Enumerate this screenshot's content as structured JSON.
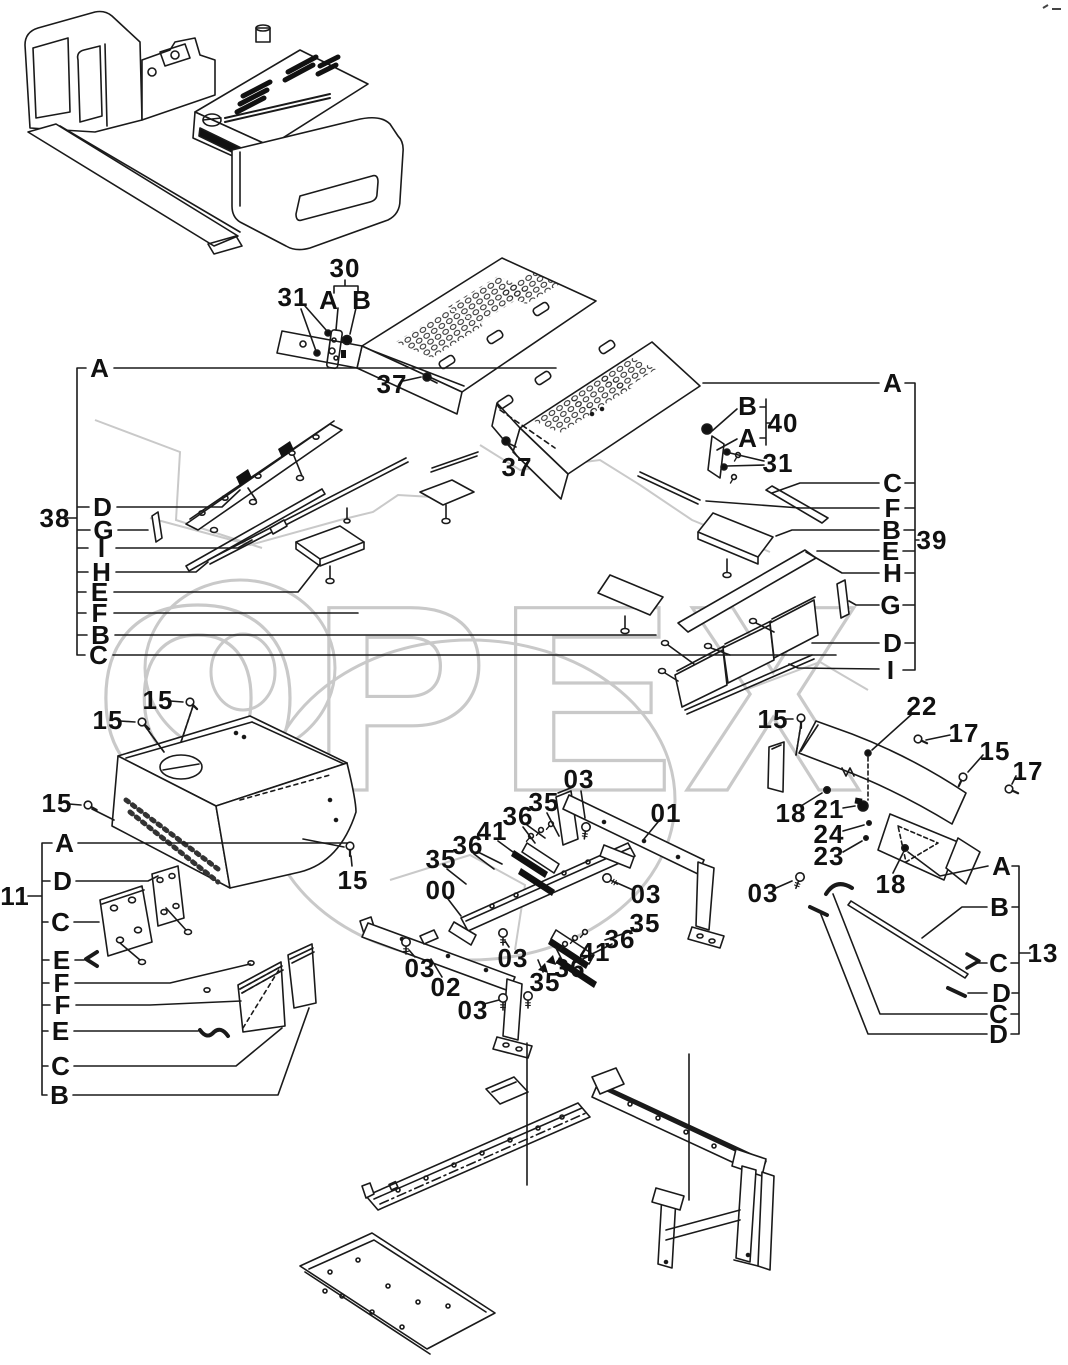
{
  "colors": {
    "line": "#1a1a1a",
    "watermark": "#c9c9c9",
    "background": "#ffffff"
  },
  "watermark": {
    "text": "ОРЕХ"
  },
  "c": {
    "00": "00",
    "01": "01",
    "02": "02",
    "03": "03",
    "15": "15",
    "17": "17",
    "18": "18",
    "21": "21",
    "22": "22",
    "23": "23",
    "24": "24",
    "30": "30",
    "31": "31",
    "35": "35",
    "36": "36",
    "37": "37",
    "40": "40",
    "41": "41",
    "A": "A",
    "B": "B",
    "AB": "A B"
  },
  "stacks": {
    "s38": {
      "id": "38",
      "top": "A",
      "items": [
        "D",
        "G",
        "I",
        "H",
        "E",
        "F",
        "B",
        "C"
      ]
    },
    "s39": {
      "id": "39",
      "top": "A",
      "items": [
        "C",
        "F",
        "B",
        "E",
        "H",
        "G",
        "D",
        "I"
      ]
    },
    "s11": {
      "id": "11",
      "top": "A",
      "items": [
        "D",
        "C",
        "E",
        "F",
        "F",
        "E",
        "C",
        "B"
      ]
    },
    "s13": {
      "id": "13",
      "items": [
        "A",
        "B",
        "C",
        "D",
        "C",
        "D"
      ]
    }
  }
}
